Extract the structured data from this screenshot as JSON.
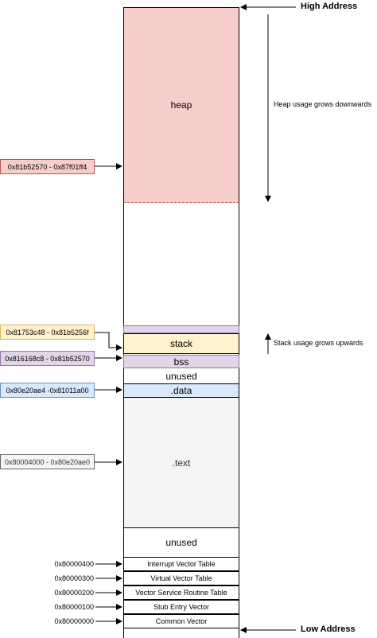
{
  "high_address": "High Address",
  "low_address": "Low Address",
  "heap_note": "Heap usage grows downwards",
  "stack_note": "Stack usage grows upwards",
  "segments": {
    "heap": "heap",
    "stack": "stack",
    "bss": "bss",
    "unused_top": "unused",
    "data": ".data",
    "text": ".text",
    "unused_bottom": "unused"
  },
  "ranges": {
    "heap": "0x81b52570 - 0x87f01ff4",
    "stack": "0x81753c48 - 0x81b5256f",
    "bss": "0x816168c8 - 0x81b52570",
    "data": "0x80e20ae4 -0x81011a00",
    "text": "0x80004000 - 0x80e20ae0"
  },
  "tables": [
    {
      "address": "0x80000400",
      "name": "Interrupt Vector Table"
    },
    {
      "address": "0x80000300",
      "name": "Virtual Vector Table"
    },
    {
      "address": "0x80000200",
      "name": "Vector Service Routine Table"
    },
    {
      "address": "0x80000100",
      "name": "Stub Entry Vector"
    },
    {
      "address": "0x80000000",
      "name": "Common Vector"
    }
  ],
  "colors": {
    "heap": "#f8cecc",
    "heap_border": "#b85450",
    "stack": "#fff2cc",
    "stack_border": "#d6b656",
    "bss": "#e1d5e7",
    "bss_border": "#9673a6",
    "data": "#dae8fc",
    "data_border": "#6c8ebf",
    "text": "#f5f5f5",
    "text_border": "#666666"
  }
}
